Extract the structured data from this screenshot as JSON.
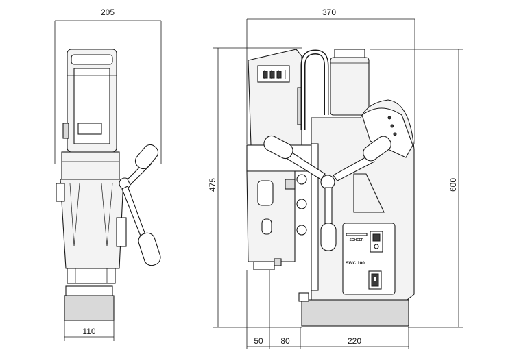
{
  "dimensions": {
    "front_width_top": "205",
    "front_base_width": "110",
    "side_width_top": "370",
    "side_height_left": "475",
    "side_height_right": "600",
    "bottom_left": "50",
    "bottom_mid": "80",
    "bottom_right": "220"
  },
  "panel": {
    "brand_label": "SCHEER",
    "model_label": "SWC 100"
  }
}
